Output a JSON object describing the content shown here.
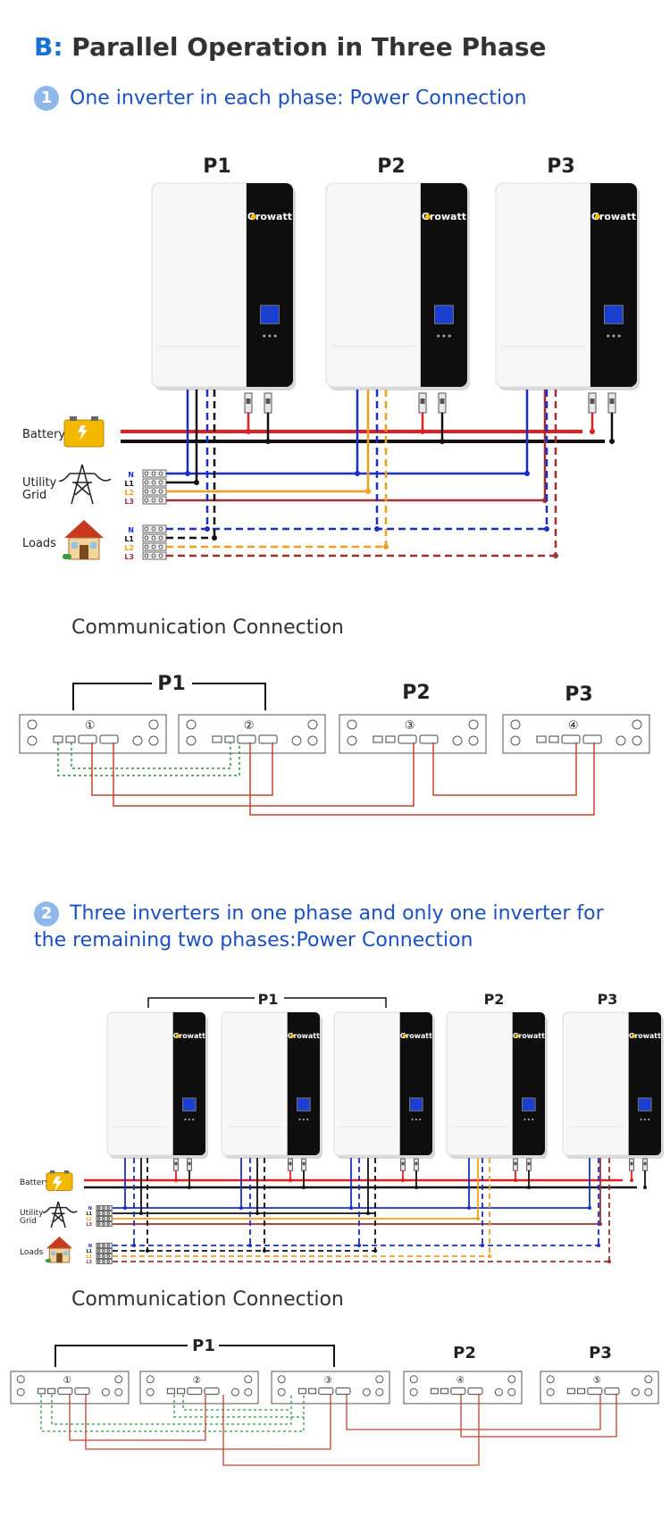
{
  "header": {
    "prefix": "B:",
    "title": "Parallel Operation in Three Phase"
  },
  "section1": {
    "number": "1",
    "title": "One inverter in each phase: Power Connection"
  },
  "section2": {
    "number": "2",
    "title_line1": "Three inverters in one phase and only one inverter for",
    "title_line2": "the remaining two phases:Power Connection"
  },
  "comm_title": "Communication Connection",
  "brand": "Growatt",
  "labels": {
    "battery": "Battery",
    "utility_line1": "Utility",
    "utility_line2": "Grid",
    "loads": "Loads"
  },
  "lines": [
    "N",
    "L1",
    "L2",
    "L3"
  ],
  "phases": [
    "P1",
    "P2",
    "P3"
  ],
  "units1": [
    "①",
    "②",
    "③",
    "④"
  ],
  "units2": [
    "①",
    "②",
    "③",
    "④",
    "⑤"
  ],
  "colors": {
    "accent": "#1a4fc4",
    "battery_pos": "#e02020",
    "battery_neg": "#111111",
    "N": "#1a2fc8",
    "L1": "#111111",
    "L2": "#f0a020",
    "L3": "#a03030",
    "comm_green": "#2a9a3a",
    "comm_red": "#c84030"
  }
}
